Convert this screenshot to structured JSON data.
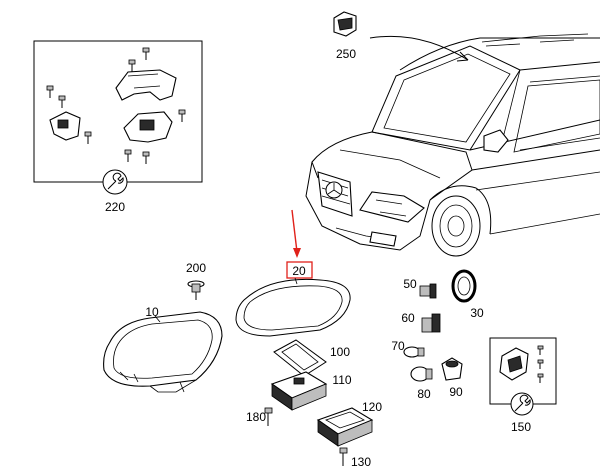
{
  "colors": {
    "line": "#000000",
    "highlight": "#e0211a",
    "background": "#ffffff"
  },
  "icons": [
    "wrench-icon",
    "arrow-icon"
  ],
  "labels": {
    "p10": "10",
    "p20": "20",
    "p30": "30",
    "p50": "50",
    "p60": "60",
    "p70": "70",
    "p80": "80",
    "p90": "90",
    "p100": "100",
    "p110": "110",
    "p120": "120",
    "p130": "130",
    "p150": "150",
    "p180": "180",
    "p200": "200",
    "p220": "220",
    "p250": "250"
  }
}
